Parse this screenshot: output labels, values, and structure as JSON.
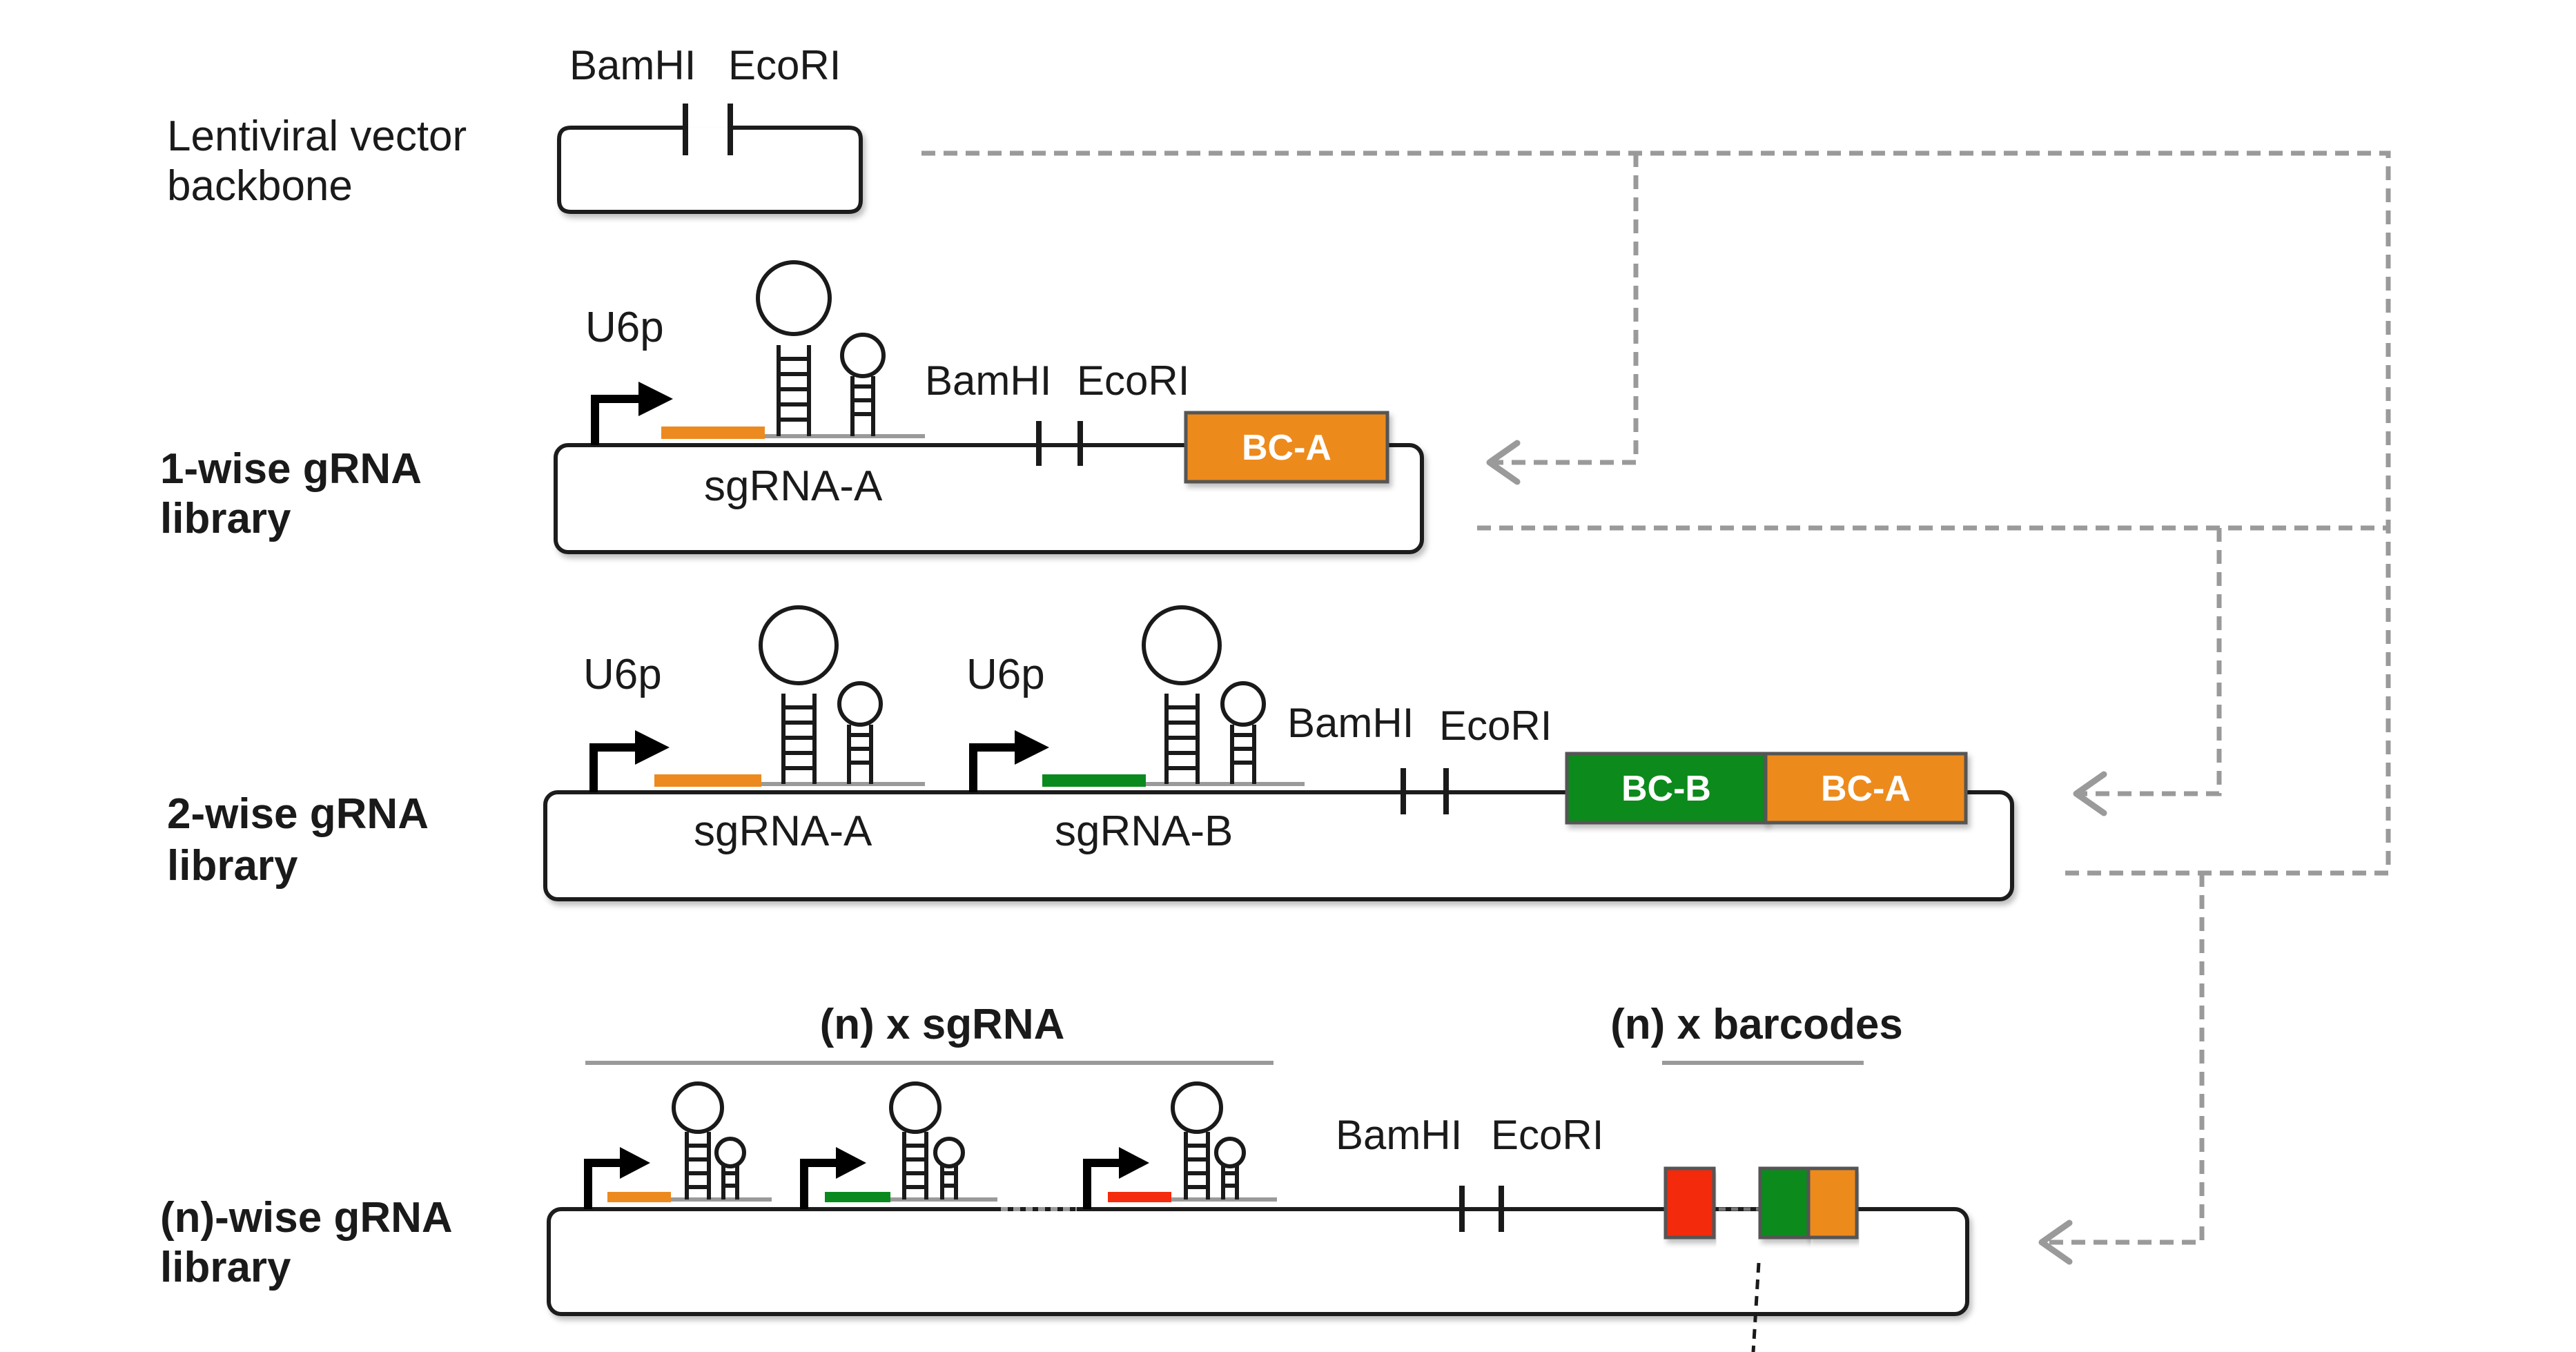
{
  "rows": {
    "backbone": {
      "label_line1": "Lentiviral vector",
      "label_line2": "backbone",
      "site1": "BamHI",
      "site2": "EcoRI"
    },
    "one_wise": {
      "label_line1": "1-wise gRNA",
      "label_line2": "library",
      "promoter": "U6p",
      "sgrna": "sgRNA-A",
      "site1": "BamHI",
      "site2": "EcoRI",
      "barcode": "BC-A"
    },
    "two_wise": {
      "label_line1": "2-wise gRNA",
      "label_line2": "library",
      "promoter1": "U6p",
      "promoter2": "U6p",
      "sgrna1": "sgRNA-A",
      "sgrna2": "sgRNA-B",
      "site1": "BamHI",
      "site2": "EcoRI",
      "barcode1": "BC-B",
      "barcode2": "BC-A"
    },
    "n_wise": {
      "label_line1": "(n)-wise gRNA",
      "label_line2": "library",
      "sgrna_header": "(n) x sgRNA",
      "barcode_header": "(n) x barcodes",
      "site1": "BamHI",
      "site2": "EcoRI"
    }
  },
  "colors": {
    "orange": "#ED8A1F",
    "green": "#0A8A1E",
    "red": "#F42B0E",
    "dash": "#9a9a9a"
  }
}
